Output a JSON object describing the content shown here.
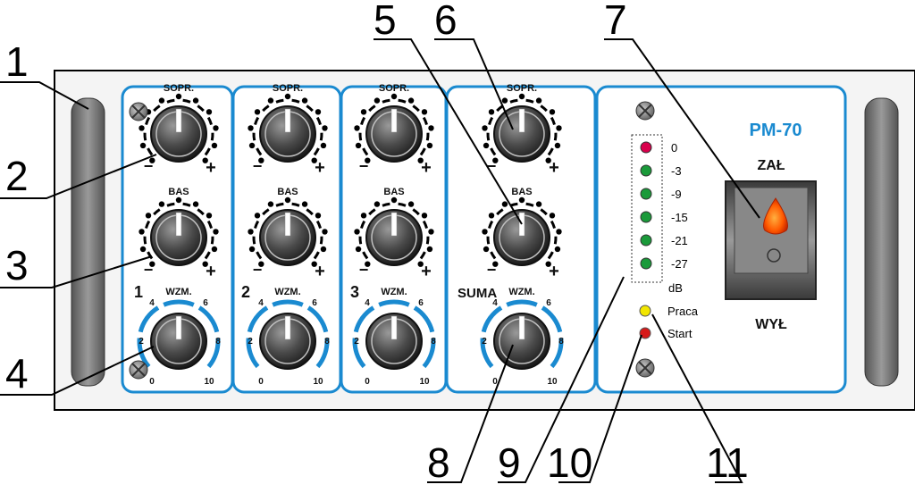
{
  "panel": {
    "model": "PM-70",
    "power_on": "ZAŁ",
    "power_off": "WYŁ"
  },
  "channels": [
    {
      "number": "1"
    },
    {
      "number": "2"
    },
    {
      "number": "3"
    },
    {
      "number": "SUMA"
    }
  ],
  "knob_labels": {
    "treble": "SOPR.",
    "bass": "BAS",
    "gain": "WZM.",
    "minus": "−",
    "plus": "+"
  },
  "gain_scale": [
    "0",
    "2",
    "4",
    "6",
    "8",
    "10"
  ],
  "level_meter": {
    "leds": [
      {
        "label": "0",
        "color": "#d8004c"
      },
      {
        "label": "-3",
        "color": "#1a9a3a"
      },
      {
        "label": "-9",
        "color": "#1a9a3a"
      },
      {
        "label": "-15",
        "color": "#1a9a3a"
      },
      {
        "label": "-21",
        "color": "#1a9a3a"
      },
      {
        "label": "-27",
        "color": "#1a9a3a"
      }
    ],
    "unit": "dB"
  },
  "indicators": [
    {
      "label": "Praca",
      "color": "#f2e600"
    },
    {
      "label": "Start",
      "color": "#d61a1a"
    }
  ],
  "callouts": [
    "1",
    "2",
    "3",
    "4",
    "5",
    "6",
    "7",
    "8",
    "9",
    "10",
    "11"
  ],
  "colors": {
    "accent": "#1a8ad0",
    "handle": "#808080"
  }
}
